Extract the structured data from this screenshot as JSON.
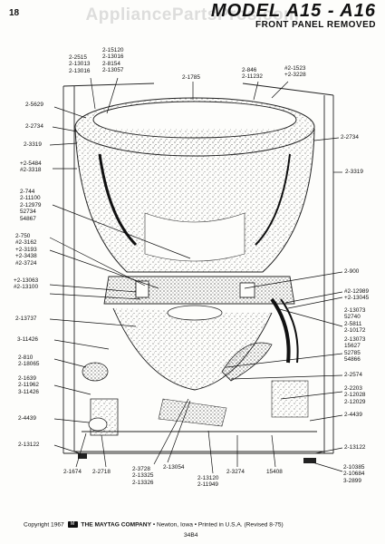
{
  "page_number": "18",
  "watermark": "AppliancePartsPros.com",
  "title": {
    "model": "MODEL A15 - A16",
    "subtitle": "FRONT PANEL REMOVED"
  },
  "labels": {
    "l01": "2-2515\n2-13013\n2-13016",
    "l02": "2-15120\n2-13016\n2-8154\n2-13057",
    "l03": "2-1785",
    "l04": "2-846\n2-11232",
    "l05": "#2-1523\n+2-3228",
    "l06": "2-5629",
    "l07": "2-2734",
    "l08": "2-3319",
    "l09": "2-2734",
    "l10": "2-3319",
    "l11": "+2-5484\n#2-3318",
    "l12": "2-744\n2-11100\n2-12979\n52734\n54867",
    "l13": "2-750\n#2-3162\n+2-3193\n+2-3438\n#2-3724",
    "l14": "+2-13063\n#2-13100",
    "l15": "2-900",
    "l16": "#2-12989\n+2-13045",
    "l17": "2-13737",
    "l18": "2-13073\n52740\n2-5811\n2-10172",
    "l19": "3-11426",
    "l20": "2-13073\n15627\n52785\n54866",
    "l21": "2-810\n2-18065",
    "l22": "2-2574",
    "l23": "2-1639\n2-11962\n3-11426",
    "l24": "2-2203\n2-12028\n2-12029",
    "l25": "2-4439",
    "l26": "2-4439",
    "l27": "2-13122",
    "l28": "2-13122",
    "l29": "2-1674",
    "l30": "2-2718",
    "l31": "2-3728\n2-13325\n2-13326",
    "l32": "2-13054",
    "l33": "2-13120\n2-11949",
    "l34": "2-3274",
    "l35": "15408",
    "l36": "2-10385\n2-10684\n3-2899"
  },
  "footer": {
    "copyright": "Copyright 1967",
    "logo_text": "M",
    "company": "THE MAYTAG COMPANY",
    "details": "• Newton, Iowa • Printed in U.S.A. (Revised 8-75)",
    "code": "34B4"
  }
}
